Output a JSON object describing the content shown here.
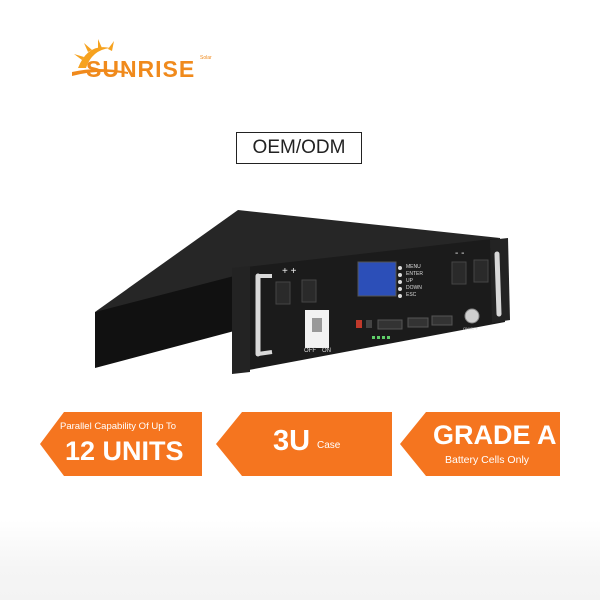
{
  "brand": {
    "name": "SUNRISE",
    "tagline": "Solar",
    "colors": {
      "orange": "#f08a1c",
      "tag_orange": "#f5751f",
      "black": "#1a1a1a"
    }
  },
  "oem_label": "OEM/ODM",
  "device": {
    "plus_left": "+ +",
    "minus_right": "- -",
    "menu_items": [
      "MENU",
      "ENTER",
      "UP",
      "DOWN",
      "ESC"
    ],
    "switch_labels": {
      "off": "OFF",
      "on": "ON"
    },
    "power_label": "ON/OFF"
  },
  "badges": [
    {
      "line1": "Parallel Capability Of Up To",
      "line2": "12 UNITS"
    },
    {
      "big": "3U",
      "small": "Case"
    },
    {
      "big": "GRADE A",
      "small": "Battery Cells Only"
    }
  ]
}
